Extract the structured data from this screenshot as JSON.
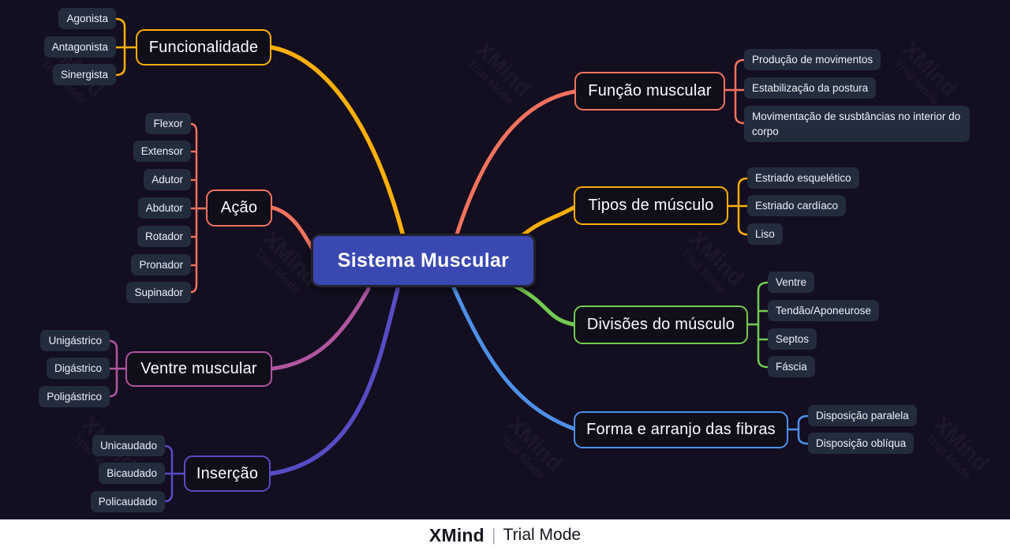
{
  "central": {
    "label": "Sistema Muscular",
    "fill": "#3A48B2"
  },
  "watermark": {
    "brand": "XMind",
    "divider": "|",
    "mode": "Trial Mode",
    "tile_line1": "XMind",
    "tile_line2": "Trial Mode"
  },
  "colors": {
    "background": "#130E20",
    "chip_bg": "#232C3D",
    "amber": "#FFAF05",
    "coral": "#F3735F",
    "magenta": "#B0569F",
    "indigo": "#584CC5",
    "green": "#72CB51",
    "blue": "#4E90E8"
  },
  "branches": [
    {
      "label": "Funcionalidade",
      "color": "#FFAF05",
      "children": [
        "Agonista",
        "Antagonista",
        "Sinergista"
      ]
    },
    {
      "label": "Ação",
      "color": "#F3735F",
      "children": [
        "Flexor",
        "Extensor",
        "Adutor",
        "Abdutor",
        "Rotador",
        "Pronador",
        "Supinador"
      ]
    },
    {
      "label": "Ventre muscular",
      "color": "#B0569F",
      "children": [
        "Unigástrico",
        "Digástrico",
        "Poligástrico"
      ]
    },
    {
      "label": "Inserção",
      "color": "#584CC5",
      "children": [
        "Unicaudado",
        "Bicaudado",
        "Policaudado"
      ]
    },
    {
      "label": "Função muscular",
      "color": "#F3735F",
      "children": [
        "Produção de movimentos",
        "Estabilização da postura",
        "Movimentação de susbtâncias no interior do corpo"
      ]
    },
    {
      "label": "Tipos de músculo",
      "color": "#FFAF05",
      "children": [
        "Estriado esquelético",
        "Estriado cardíaco",
        "Liso"
      ]
    },
    {
      "label": "Divisões do músculo",
      "color": "#72CB51",
      "children": [
        "Ventre",
        "Tendão/Aponeurose",
        "Septos",
        "Fáscia"
      ]
    },
    {
      "label": "Forma e arranjo das fibras",
      "color": "#4E90E8",
      "children": [
        "Disposição paralela",
        "Disposição oblíqua"
      ]
    }
  ]
}
